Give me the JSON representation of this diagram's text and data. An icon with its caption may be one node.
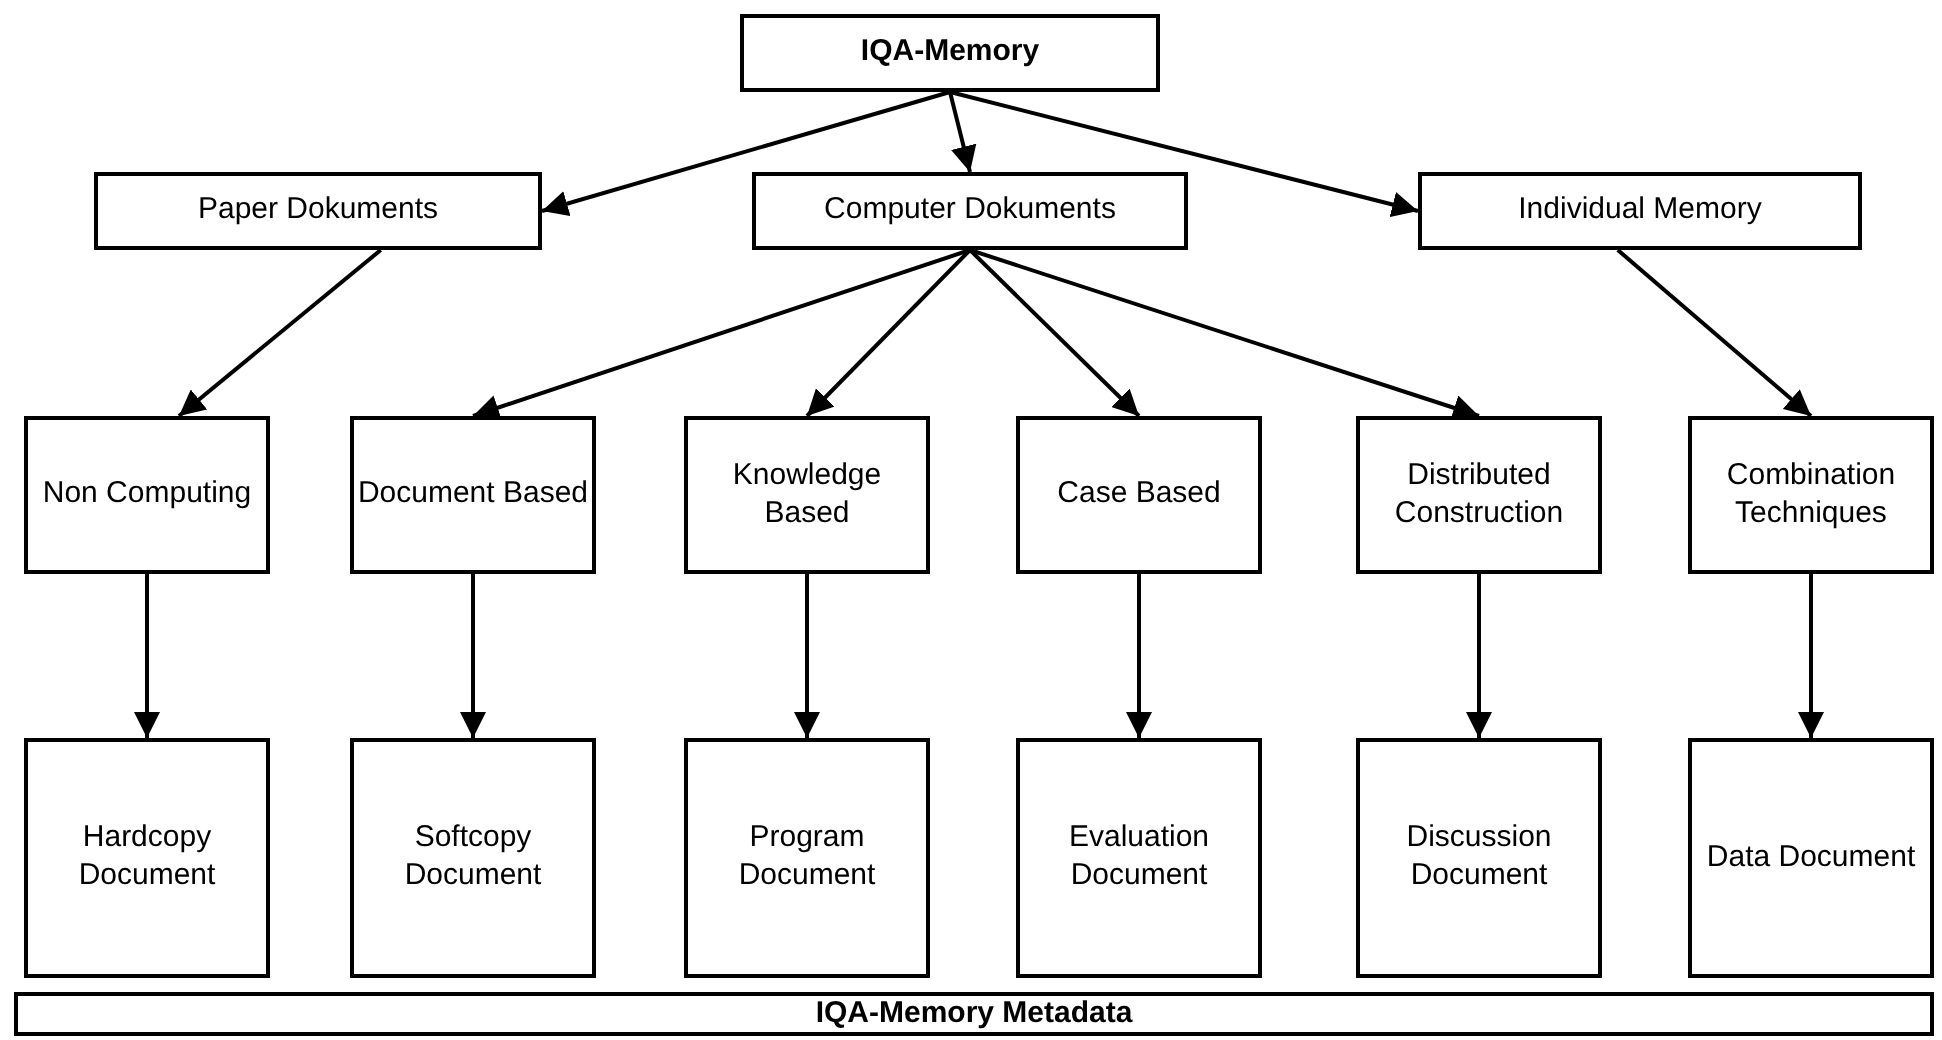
{
  "diagram": {
    "nodes": [
      {
        "text": [
          "IQA-Memory"
        ]
      },
      {
        "text": [
          "Paper Dokuments"
        ]
      },
      {
        "text": [
          "Computer Dokuments"
        ]
      },
      {
        "text": [
          "Individual Memory"
        ]
      },
      {
        "text": [
          "Non Computing"
        ]
      },
      {
        "text": [
          "Document Based"
        ]
      },
      {
        "text": [
          "Knowledge Based"
        ]
      },
      {
        "text": [
          "Case Based"
        ]
      },
      {
        "text": [
          "Distributed Construction"
        ]
      },
      {
        "text": [
          "Combination Techniques"
        ]
      },
      {
        "text": [
          "Hardcopy Document"
        ]
      },
      {
        "text": [
          "Softcopy Document"
        ]
      },
      {
        "text": [
          "Program Document"
        ]
      },
      {
        "text": [
          "Evaluation Document"
        ]
      },
      {
        "text": [
          "Discussion Document"
        ]
      },
      {
        "text": [
          "Data Document"
        ]
      },
      {
        "text": [
          "IQA-Memory Metadata"
        ]
      }
    ],
    "edges": [
      {
        "from": 0,
        "to": 1,
        "arrow": "to"
      },
      {
        "from": 0,
        "to": 2,
        "arrow": "to"
      },
      {
        "from": 0,
        "to": 3,
        "arrow": "to"
      },
      {
        "from": 1,
        "to": 4,
        "arrow": "to"
      },
      {
        "from": 2,
        "to": 5,
        "arrow": "to"
      },
      {
        "from": 2,
        "to": 6,
        "arrow": "to"
      },
      {
        "from": 2,
        "to": 7,
        "arrow": "to"
      },
      {
        "from": 2,
        "to": 8,
        "arrow": "to"
      },
      {
        "from": 3,
        "to": 9,
        "arrow": "to"
      },
      {
        "from": 4,
        "to": 10,
        "arrow": "to"
      },
      {
        "from": 5,
        "to": 11,
        "arrow": "to"
      },
      {
        "from": 6,
        "to": 12,
        "arrow": "to"
      },
      {
        "from": 7,
        "to": 13,
        "arrow": "to"
      },
      {
        "from": 8,
        "to": 14,
        "arrow": "to"
      },
      {
        "from": 9,
        "to": 15,
        "arrow": "to"
      }
    ]
  }
}
